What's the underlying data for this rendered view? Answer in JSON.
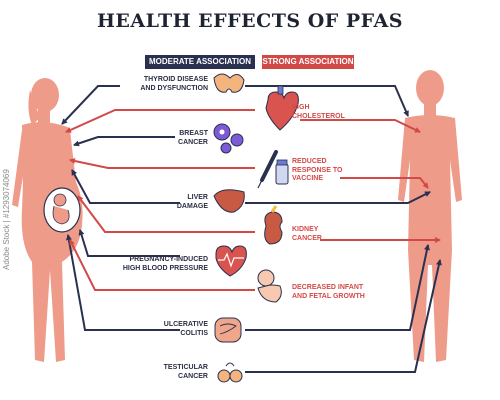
{
  "title": "HEALTH EFFECTS OF PFAS",
  "legend": {
    "moderate": "MODERATE ASSOCIATION",
    "strong": "STRONG ASSOCIATION"
  },
  "colors": {
    "moderate": "#2a3050",
    "strong": "#d24a48",
    "silhouette": "#ef9b8a"
  },
  "effects_left": [
    {
      "line1": "THYROID DISEASE",
      "line2": "AND DYSFUNCTION",
      "icon": "thyroid-icon"
    },
    {
      "line1": "BREAST",
      "line2": "CANCER",
      "icon": "breast-cancer-cells-icon"
    },
    {
      "line1": "LIVER",
      "line2": "DAMAGE",
      "icon": "liver-icon"
    },
    {
      "line1": "PREGNANCY-INDUCED",
      "line2": "HIGH BLOOD PRESSURE",
      "icon": "heart-pulse-icon"
    },
    {
      "line1": "ULCERATIVE",
      "line2": "COLITIS",
      "icon": "intestine-icon"
    },
    {
      "line1": "TESTICULAR",
      "line2": "CANCER",
      "icon": "testicles-icon"
    }
  ],
  "effects_right": [
    {
      "line1": "HIGH",
      "line2": "CHOLESTEROL",
      "line3": "",
      "icon": "heart-icon"
    },
    {
      "line1": "REDUCED",
      "line2": "RESPONSE TO",
      "line3": "VACCINE",
      "icon": "vaccine-syringe-icon"
    },
    {
      "line1": "KIDNEY",
      "line2": "CANCER",
      "line3": "",
      "icon": "kidney-icon"
    },
    {
      "line1": "DECREASED INFANT",
      "line2": "AND FETAL GROWTH",
      "line3": "",
      "icon": "infant-icon"
    }
  ],
  "watermark_id": "Adobe Stock | #1293074069"
}
